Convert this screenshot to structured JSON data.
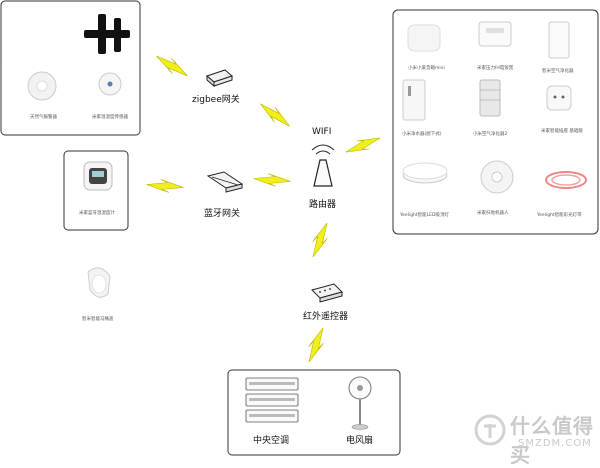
{
  "nodes": {
    "zigbee_gateway": "zigbee网关",
    "wifi": "WIFI",
    "router": "路由器",
    "bt_gateway": "蓝牙网关",
    "ir_remote": "红外遥控器",
    "central_ac": "中央空调",
    "electric_fan": "电风扇"
  },
  "zigbee_devices": {
    "gas_sensor": "天然气报警器",
    "temp_sensor": "米家温湿度传感器"
  },
  "bt_devices": {
    "bt_thermo": "米家蓝牙温湿度计"
  },
  "standalone": {
    "toilet_seat": "智米智能马桶盖"
  },
  "wifi_devices": [
    {
      "label": "小米小爱音箱mini"
    },
    {
      "label": "米家压力IH电饭煲"
    },
    {
      "label": "智米空气净化器"
    },
    {
      "label": "小米净水器(厨下式)"
    },
    {
      "label": "小米空气净化器2"
    },
    {
      "label": "米家智能插座 基础版"
    },
    {
      "label": "Yeelight智能LED吸顶灯"
    },
    {
      "label": "米家扫地机器人"
    },
    {
      "label": "Yeelight智能彩光灯带"
    }
  ],
  "watermark": {
    "title": "什么值得买",
    "site": "SMZDM.COM"
  },
  "colors": {
    "bolt_fill": "#f2ee1a",
    "bolt_stroke": "#b7b900",
    "panel_border": "#333333"
  }
}
